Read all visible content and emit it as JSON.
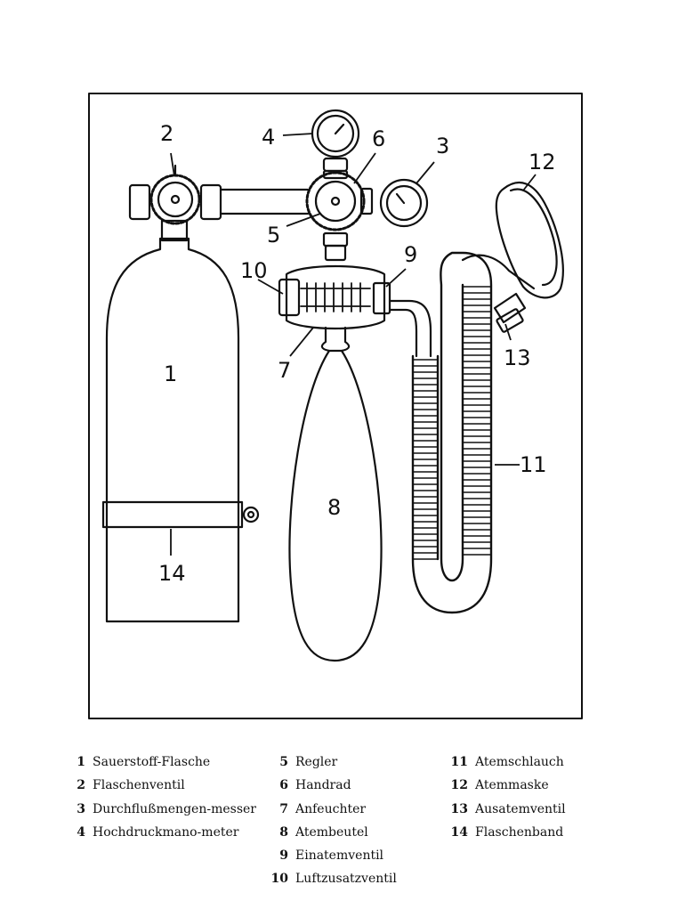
{
  "diagram": {
    "callouts": [
      "1",
      "2",
      "3",
      "4",
      "5",
      "6",
      "7",
      "8",
      "9",
      "10",
      "11",
      "12",
      "13",
      "14"
    ]
  },
  "legend": {
    "col1": [
      {
        "num": "1",
        "label": "Sauerstoff-Flasche"
      },
      {
        "num": "2",
        "label": "Flaschenventil"
      },
      {
        "num": "3",
        "label": "Durchflußmengen-messer"
      },
      {
        "num": "4",
        "label": "Hochdruckmano-meter"
      }
    ],
    "col2": [
      {
        "num": "5",
        "label": "Regler"
      },
      {
        "num": "6",
        "label": "Handrad"
      },
      {
        "num": "7",
        "label": "Anfeuchter"
      },
      {
        "num": "8",
        "label": "Atembeutel"
      },
      {
        "num": "9",
        "label": "Einatemventil"
      },
      {
        "num": "10",
        "label": "Luftzusatzventil"
      }
    ],
    "col3": [
      {
        "num": "11",
        "label": "Atemschlauch"
      },
      {
        "num": "12",
        "label": "Atemmaske"
      },
      {
        "num": "13",
        "label": "Ausatemventil"
      },
      {
        "num": "14",
        "label": "Flaschenband"
      }
    ]
  }
}
